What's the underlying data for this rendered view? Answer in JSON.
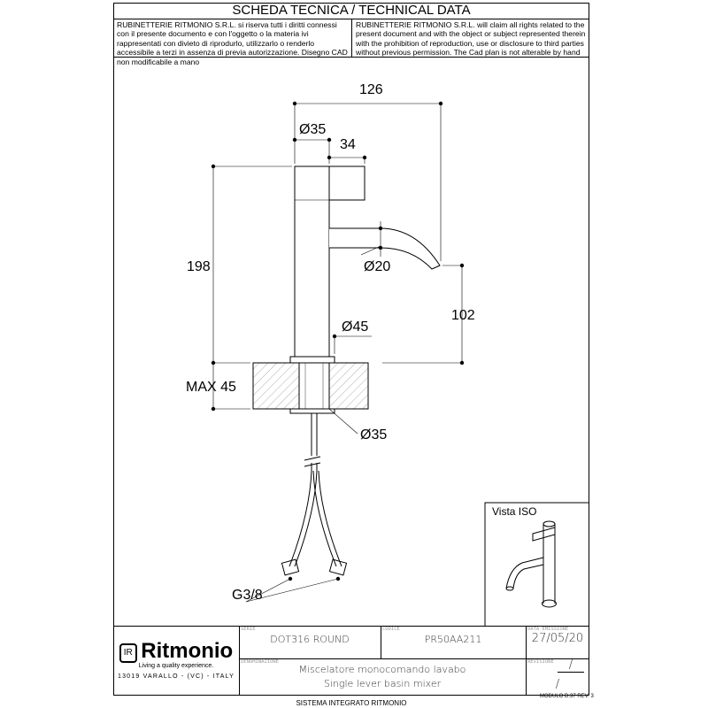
{
  "header": {
    "title": "SCHEDA TECNICA / TECHNICAL DATA",
    "note_it": "RUBINETTERIE RITMONIO S.R.L. si riserva tutti i diritti connessi con il presente documento e con l'oggetto o la materia ivi rappresentati con divieto di riprodurlo, utilizzarlo o renderlo accessibile a terzi in assenza di previa autorizzazione. Disegno CAD non modificabile a mano",
    "note_en": "RUBINETTERIE RITMONIO S.R.L. will claim all rights related to the present document and with the object or subject represented therein with the prohibition  of reproduction, use or disclosure to third parties without previous permission.  The Cad plan is not alterable by hand"
  },
  "drawing": {
    "dims": {
      "width_total": "126",
      "body_dia": "Ø35",
      "lever": "34",
      "height": "198",
      "spout_dia": "Ø20",
      "spout_height": "102",
      "base_dia": "Ø45",
      "max_thickness": "MAX 45",
      "hole_dia": "Ø35",
      "thread": "G3/8"
    },
    "iso_label": "Vista ISO"
  },
  "title_block": {
    "brand": "Ritmonio",
    "tagline": "Living a quality experience.",
    "address": "13019 VARALLO - (VC) - ITALY",
    "serie_label": "SERIE",
    "serie": "DOT316  ROUND",
    "codice_label": "CODICE",
    "codice": "PR50AA211",
    "data_label": "DATA EMISSIONE",
    "data": "27/05/20",
    "denominazione_label": "DENOMINAZIONE",
    "desc_it": "Miscelatore  monocomando  lavabo",
    "desc_en": "Single  lever  basin  mixer",
    "revisione_label": "REVISIONE",
    "revisione": "/",
    "revisione2": "/"
  },
  "footer": {
    "system": "SISTEMA INTEGRATO RITMONIO",
    "module": "MODULO D.37 REV. 3"
  }
}
